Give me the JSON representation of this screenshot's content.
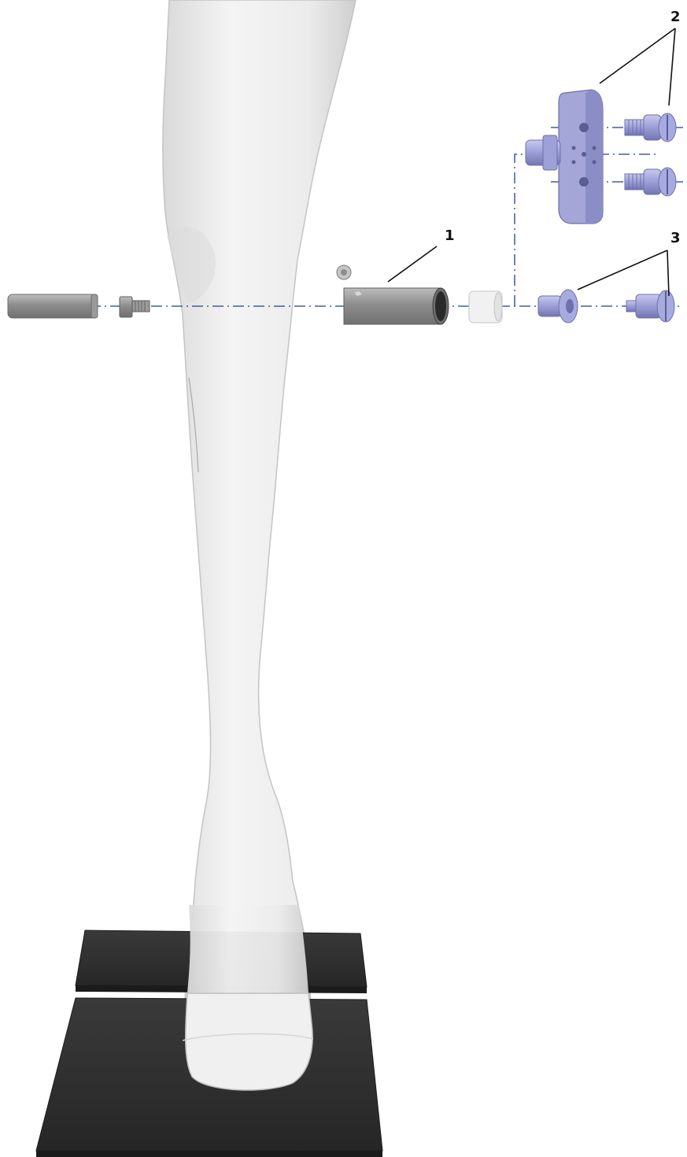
{
  "diagram": {
    "callouts": [
      {
        "id": "1",
        "label": "1"
      },
      {
        "id": "2",
        "label": "2"
      },
      {
        "id": "3",
        "label": "3"
      }
    ],
    "colors": {
      "background": "#ffffff",
      "leg": "#efefef",
      "leg_shadow": "#d8d8d8",
      "base": "#2e2e2e",
      "metal_parts": "#a3a6d6",
      "metal_dark": "#7d80b8",
      "grey_parts": "#8a8a8a",
      "axis_line": "#1f3f8f"
    }
  }
}
